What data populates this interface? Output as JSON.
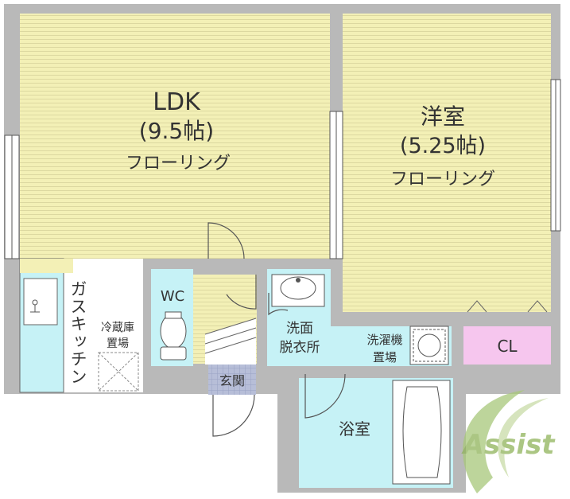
{
  "floorplan": {
    "rooms": {
      "ldk": {
        "name": "LDK",
        "size": "(9.5帖)",
        "floor": "フローリング"
      },
      "bedroom": {
        "name": "洋室",
        "size": "(5.25帖)",
        "floor": "フローリング"
      },
      "kitchen": {
        "label": "ガスキッチン"
      },
      "fridge": {
        "line1": "冷蔵庫",
        "line2": "置場"
      },
      "wc": {
        "label": "WC"
      },
      "washroom": {
        "line1": "洗面",
        "line2": "脱衣所"
      },
      "washer": {
        "line1": "洗濯機",
        "line2": "置場"
      },
      "entrance": {
        "label": "玄関"
      },
      "bath": {
        "label": "浴室"
      },
      "closet": {
        "label": "CL"
      }
    },
    "logo": {
      "text": "Assist"
    },
    "colors": {
      "floor_yellow": "#f3f0b6",
      "wet_cyan": "#c6f2f6",
      "closet_pink": "#f6c6ee",
      "wall_gray": "#b9b9b9",
      "entrance_blue": "#b7bed8",
      "logo_green": "#a8c87a"
    }
  }
}
